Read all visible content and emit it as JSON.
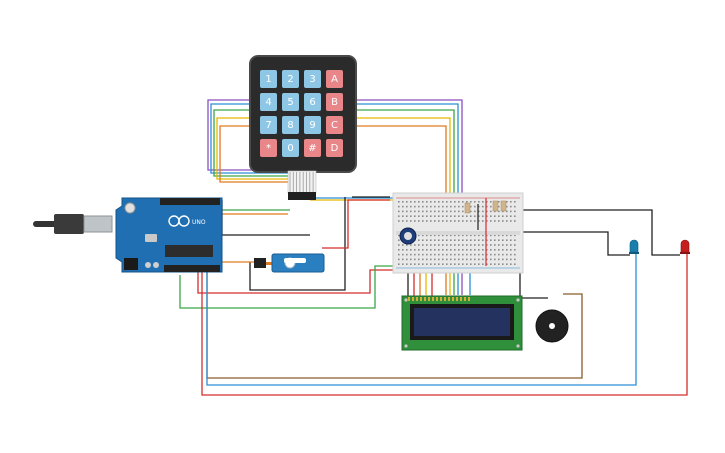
{
  "keypad": {
    "rows": [
      [
        "1",
        "2",
        "3",
        "A"
      ],
      [
        "4",
        "5",
        "6",
        "B"
      ],
      [
        "7",
        "8",
        "9",
        "C"
      ],
      [
        "*",
        "0",
        "#",
        "D"
      ]
    ],
    "number_key_color": "#8ec6e6",
    "letter_key_color": "#e8868a"
  },
  "arduino": {
    "board_label": "UNO",
    "board_color": "#1f6fb2"
  },
  "colors": {
    "wire_red": "#d62c2c",
    "wire_black": "#222222",
    "wire_green": "#3aa64a",
    "wire_blue": "#2a8fd6",
    "wire_yellow": "#e8b800",
    "wire_orange": "#e07a1e",
    "wire_purple": "#8b4fc1",
    "wire_brown": "#8a5a2b",
    "lcd_board": "#2f8f3a",
    "lcd_screen": "#23325e",
    "breadboard": "#e9e9e9"
  },
  "leds": [
    {
      "name": "blue-led",
      "color": "#1b7fae"
    },
    {
      "name": "red-led",
      "color": "#c41e1e"
    }
  ]
}
